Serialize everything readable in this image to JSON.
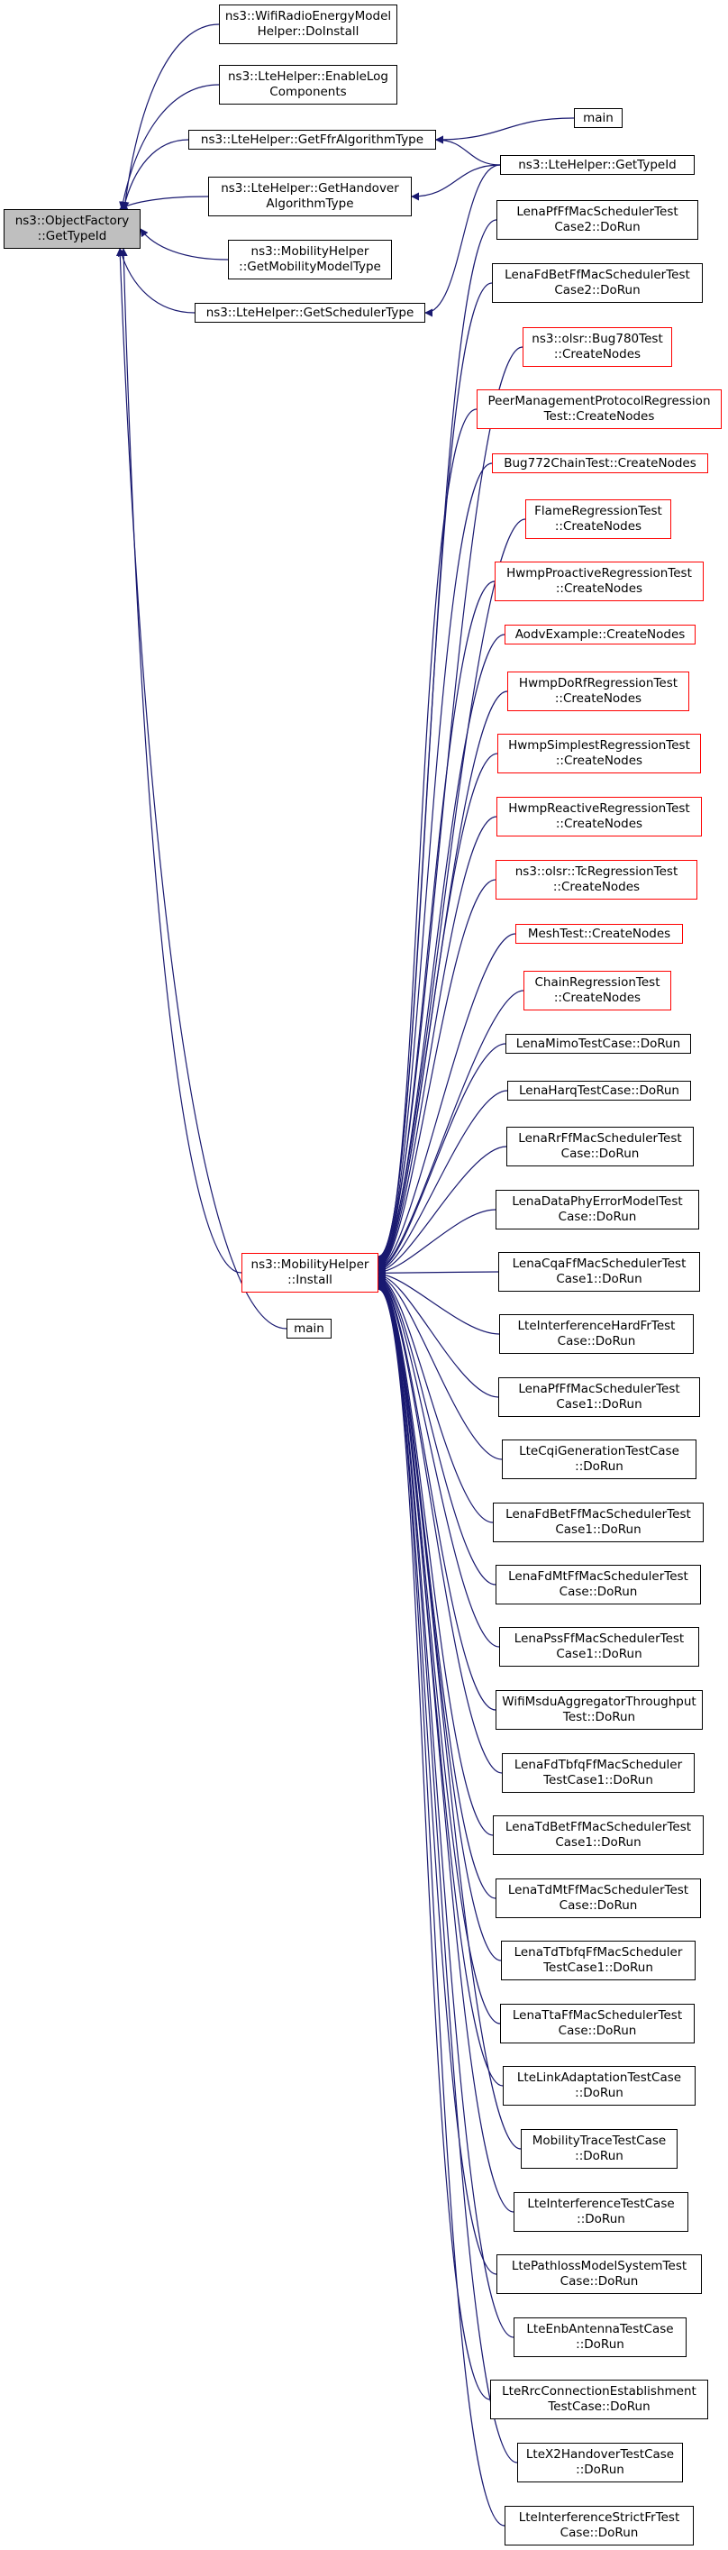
{
  "graph": {
    "edge_color": "#191970",
    "node_border_default": "#000000",
    "node_border_highlight": "#ff0000",
    "root_fill": "#bfbfbf",
    "nodes": [
      {
        "id": "root",
        "label": "ns3::ObjectFactory\n::GetTypeId",
        "style": "root"
      },
      {
        "id": "wifi_radio",
        "label": "ns3::WifiRadioEnergyModel\nHelper::DoInstall",
        "style": "black"
      },
      {
        "id": "enable_log",
        "label": "ns3::LteHelper::EnableLog\nComponents",
        "style": "black"
      },
      {
        "id": "get_ffr",
        "label": "ns3::LteHelper::GetFfrAlgorithmType",
        "style": "black"
      },
      {
        "id": "get_handover",
        "label": "ns3::LteHelper::GetHandover\nAlgorithmType",
        "style": "black"
      },
      {
        "id": "get_mobility",
        "label": "ns3::MobilityHelper\n::GetMobilityModelType",
        "style": "black"
      },
      {
        "id": "get_sched",
        "label": "ns3::LteHelper::GetSchedulerType",
        "style": "black"
      },
      {
        "id": "main_top",
        "label": "main",
        "style": "black"
      },
      {
        "id": "lte_typeid",
        "label": "ns3::LteHelper::GetTypeId",
        "style": "black"
      },
      {
        "id": "mobility_install",
        "label": "ns3::MobilityHelper\n::Install",
        "style": "red"
      },
      {
        "id": "main_mid",
        "label": "main",
        "style": "black"
      },
      {
        "id": "n_pff2",
        "label": "LenaPfFfMacSchedulerTest\nCase2::DoRun",
        "style": "black"
      },
      {
        "id": "n_fdbet2",
        "label": "LenaFdBetFfMacSchedulerTest\nCase2::DoRun",
        "style": "black"
      },
      {
        "id": "n_olsr780",
        "label": "ns3::olsr::Bug780Test\n::CreateNodes",
        "style": "red"
      },
      {
        "id": "n_peer",
        "label": "PeerManagementProtocolRegression\nTest::CreateNodes",
        "style": "red"
      },
      {
        "id": "n_bug772",
        "label": "Bug772ChainTest::CreateNodes",
        "style": "red"
      },
      {
        "id": "n_flame",
        "label": "FlameRegressionTest\n::CreateNodes",
        "style": "red"
      },
      {
        "id": "n_hwmppro",
        "label": "HwmpProactiveRegressionTest\n::CreateNodes",
        "style": "red"
      },
      {
        "id": "n_aodv",
        "label": "AodvExample::CreateNodes",
        "style": "red"
      },
      {
        "id": "n_hwmpdorf",
        "label": "HwmpDoRfRegressionTest\n::CreateNodes",
        "style": "red"
      },
      {
        "id": "n_hwmpsimp",
        "label": "HwmpSimplestRegressionTest\n::CreateNodes",
        "style": "red"
      },
      {
        "id": "n_hwmpreac",
        "label": "HwmpReactiveRegressionTest\n::CreateNodes",
        "style": "red"
      },
      {
        "id": "n_olsrtc",
        "label": "ns3::olsr::TcRegressionTest\n::CreateNodes",
        "style": "red"
      },
      {
        "id": "n_mesh",
        "label": "MeshTest::CreateNodes",
        "style": "red"
      },
      {
        "id": "n_chain",
        "label": "ChainRegressionTest\n::CreateNodes",
        "style": "red"
      },
      {
        "id": "n_mimo",
        "label": "LenaMimoTestCase::DoRun",
        "style": "black"
      },
      {
        "id": "n_harq",
        "label": "LenaHarqTestCase::DoRun",
        "style": "black"
      },
      {
        "id": "n_rrff",
        "label": "LenaRrFfMacSchedulerTest\nCase::DoRun",
        "style": "black"
      },
      {
        "id": "n_dataphy",
        "label": "LenaDataPhyErrorModelTest\nCase::DoRun",
        "style": "black"
      },
      {
        "id": "n_cqaff",
        "label": "LenaCqaFfMacSchedulerTest\nCase1::DoRun",
        "style": "black"
      },
      {
        "id": "n_lteinthard",
        "label": "LteInterferenceHardFrTest\nCase::DoRun",
        "style": "black"
      },
      {
        "id": "n_pff1",
        "label": "LenaPfFfMacSchedulerTest\nCase1::DoRun",
        "style": "black"
      },
      {
        "id": "n_ltecqigen",
        "label": "LteCqiGenerationTestCase\n::DoRun",
        "style": "black"
      },
      {
        "id": "n_fdbet1",
        "label": "LenaFdBetFfMacSchedulerTest\nCase1::DoRun",
        "style": "black"
      },
      {
        "id": "n_fdmt",
        "label": "LenaFdMtFfMacSchedulerTest\nCase::DoRun",
        "style": "black"
      },
      {
        "id": "n_pss",
        "label": "LenaPssFfMacSchedulerTest\nCase1::DoRun",
        "style": "black"
      },
      {
        "id": "n_wifimsdu",
        "label": "WifiMsduAggregatorThroughput\nTest::DoRun",
        "style": "black"
      },
      {
        "id": "n_fdtbfq",
        "label": "LenaFdTbfqFfMacScheduler\nTestCase1::DoRun",
        "style": "black"
      },
      {
        "id": "n_tdbet",
        "label": "LenaTdBetFfMacSchedulerTest\nCase1::DoRun",
        "style": "black"
      },
      {
        "id": "n_tdmt",
        "label": "LenaTdMtFfMacSchedulerTest\nCase::DoRun",
        "style": "black"
      },
      {
        "id": "n_tdtbfq",
        "label": "LenaTdTbfqFfMacScheduler\nTestCase1::DoRun",
        "style": "black"
      },
      {
        "id": "n_tta",
        "label": "LenaTtaFfMacSchedulerTest\nCase::DoRun",
        "style": "black"
      },
      {
        "id": "n_ltelinkadapt",
        "label": "LteLinkAdaptationTestCase\n::DoRun",
        "style": "black"
      },
      {
        "id": "n_mobtrace",
        "label": "MobilityTraceTestCase\n::DoRun",
        "style": "black"
      },
      {
        "id": "n_lteinterf",
        "label": "LteInterferenceTestCase\n::DoRun",
        "style": "black"
      },
      {
        "id": "n_ltepathloss",
        "label": "LtePathlossModelSystemTest\nCase::DoRun",
        "style": "black"
      },
      {
        "id": "n_lteenbant",
        "label": "LteEnbAntennaTestCase\n::DoRun",
        "style": "black"
      },
      {
        "id": "n_lterrc",
        "label": "LteRrcConnectionEstablishment\nTestCase::DoRun",
        "style": "black"
      },
      {
        "id": "n_ltex2",
        "label": "LteX2HandoverTestCase\n::DoRun",
        "style": "black"
      },
      {
        "id": "n_lteintstrict",
        "label": "LteInterferenceStrictFrTest\nCase::DoRun",
        "style": "black"
      }
    ],
    "edges": [
      [
        "root",
        "wifi_radio"
      ],
      [
        "root",
        "enable_log"
      ],
      [
        "root",
        "get_ffr"
      ],
      [
        "root",
        "get_handover"
      ],
      [
        "root",
        "get_mobility"
      ],
      [
        "root",
        "get_sched"
      ],
      [
        "root",
        "mobility_install"
      ],
      [
        "root",
        "main_mid"
      ],
      [
        "get_ffr",
        "main_top"
      ],
      [
        "get_ffr",
        "lte_typeid"
      ],
      [
        "get_handover",
        "lte_typeid"
      ],
      [
        "get_sched",
        "lte_typeid"
      ],
      [
        "mobility_install",
        "n_pff2"
      ],
      [
        "mobility_install",
        "n_fdbet2"
      ],
      [
        "mobility_install",
        "n_olsr780"
      ],
      [
        "mobility_install",
        "n_peer"
      ],
      [
        "mobility_install",
        "n_bug772"
      ],
      [
        "mobility_install",
        "n_flame"
      ],
      [
        "mobility_install",
        "n_hwmppro"
      ],
      [
        "mobility_install",
        "n_aodv"
      ],
      [
        "mobility_install",
        "n_hwmpdorf"
      ],
      [
        "mobility_install",
        "n_hwmpsimp"
      ],
      [
        "mobility_install",
        "n_hwmpreac"
      ],
      [
        "mobility_install",
        "n_olsrtc"
      ],
      [
        "mobility_install",
        "n_mesh"
      ],
      [
        "mobility_install",
        "n_chain"
      ],
      [
        "mobility_install",
        "n_mimo"
      ],
      [
        "mobility_install",
        "n_harq"
      ],
      [
        "mobility_install",
        "n_rrff"
      ],
      [
        "mobility_install",
        "n_dataphy"
      ],
      [
        "mobility_install",
        "n_cqaff"
      ],
      [
        "mobility_install",
        "n_lteinthard"
      ],
      [
        "mobility_install",
        "n_pff1"
      ],
      [
        "mobility_install",
        "n_ltecqigen"
      ],
      [
        "mobility_install",
        "n_fdbet1"
      ],
      [
        "mobility_install",
        "n_fdmt"
      ],
      [
        "mobility_install",
        "n_pss"
      ],
      [
        "mobility_install",
        "n_wifimsdu"
      ],
      [
        "mobility_install",
        "n_fdtbfq"
      ],
      [
        "mobility_install",
        "n_tdbet"
      ],
      [
        "mobility_install",
        "n_tdmt"
      ],
      [
        "mobility_install",
        "n_tdtbfq"
      ],
      [
        "mobility_install",
        "n_tta"
      ],
      [
        "mobility_install",
        "n_ltelinkadapt"
      ],
      [
        "mobility_install",
        "n_mobtrace"
      ],
      [
        "mobility_install",
        "n_lteinterf"
      ],
      [
        "mobility_install",
        "n_ltepathloss"
      ],
      [
        "mobility_install",
        "n_lteenbant"
      ],
      [
        "mobility_install",
        "n_lterrc"
      ],
      [
        "mobility_install",
        "n_ltex2"
      ],
      [
        "mobility_install",
        "n_lteintstrict"
      ]
    ]
  }
}
